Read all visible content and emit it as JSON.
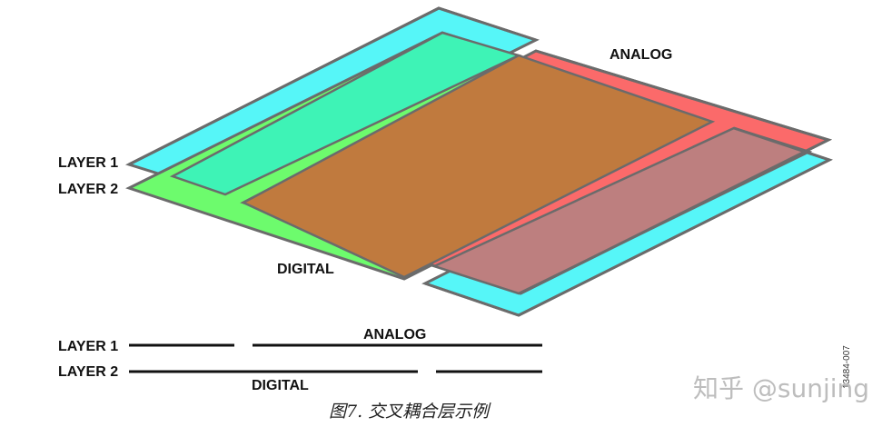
{
  "labels": {
    "layer1": "LAYER 1",
    "layer2": "LAYER 2",
    "analog": "ANALOG",
    "digital": "DIGITAL",
    "analog_bottom": "ANALOG",
    "digital_bottom": "DIGITAL",
    "layer1_bottom": "LAYER 1",
    "layer2_bottom": "LAYER 2"
  },
  "figure_code": "13484-007",
  "caption": "图7. 交叉耦合层示例",
  "watermark": "知乎 @sunjing",
  "colors": {
    "layer1_cyan": "#56f6f8",
    "layer2_green": "#6dfb6d",
    "analog_red": "#fb6a6a",
    "overlap_brown": "#c07a3e",
    "overlap_cyan_green": "#3ef3b6",
    "overlap_red_cyan": "#bd7f7f",
    "outline": "#6b6b6b"
  }
}
